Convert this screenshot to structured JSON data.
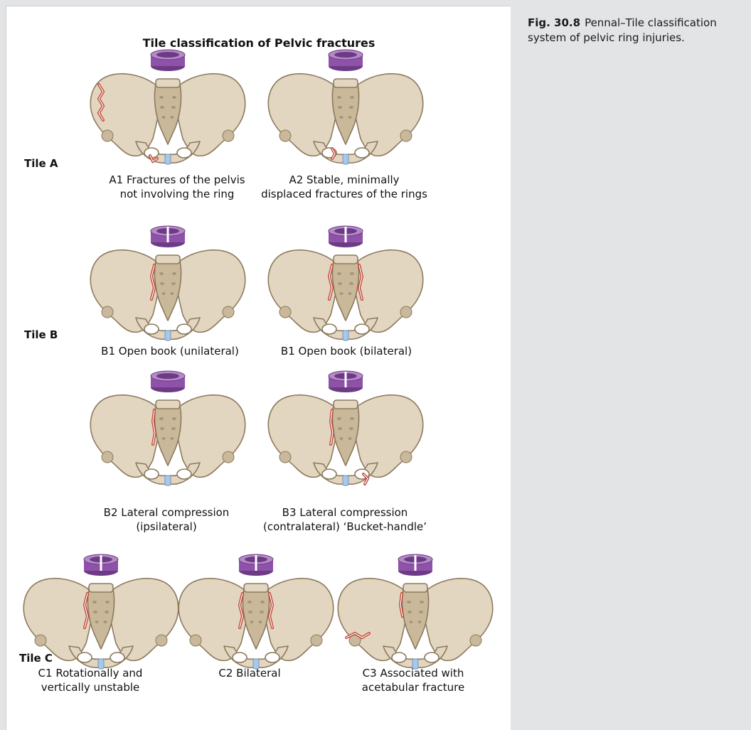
{
  "figure": {
    "title": "Tile classification of Pelvic fractures",
    "rows": [
      {
        "label": "Tile A",
        "items": [
          {
            "lines": [
              "A1 Fractures of the pelvis",
              "not involving the ring"
            ]
          },
          {
            "lines": [
              "A2 Stable, minimally",
              "displaced fractures of the rings"
            ]
          }
        ]
      },
      {
        "label": "Tile B",
        "items": [
          {
            "lines": [
              "B1 Open book (unilateral)"
            ]
          },
          {
            "lines": [
              "B1 Open book (bilateral)"
            ]
          }
        ]
      },
      {
        "label": "",
        "items": [
          {
            "lines": [
              "B2 Lateral compression",
              "(ipsilateral)"
            ]
          },
          {
            "lines": [
              "B3 Lateral compression",
              "(contralateral) ‘Bucket-handle’"
            ]
          }
        ]
      },
      {
        "label": "Tile C",
        "items": [
          {
            "lines": [
              "C1 Rotationally and",
              "vertically unstable"
            ]
          },
          {
            "lines": [
              "C2 Bilateral"
            ]
          },
          {
            "lines": [
              "C3 Associated with",
              "acetabular fracture"
            ]
          }
        ]
      }
    ]
  },
  "caption": {
    "label": "Fig. 30.8",
    "text": "Pennal–Tile classification system of pelvic ring injuries."
  },
  "colors": {
    "bone": "#e2d6c0",
    "bone_shadow": "#c9b89a",
    "bone_outline": "#8c7a5e",
    "fracture": "#c0392b",
    "ring": "#8e52a8",
    "ring_dark": "#6d3a85",
    "symphysis": "#a9c8e8",
    "panel_bg": "#ffffff",
    "page_bg": "#e3e4e6"
  }
}
